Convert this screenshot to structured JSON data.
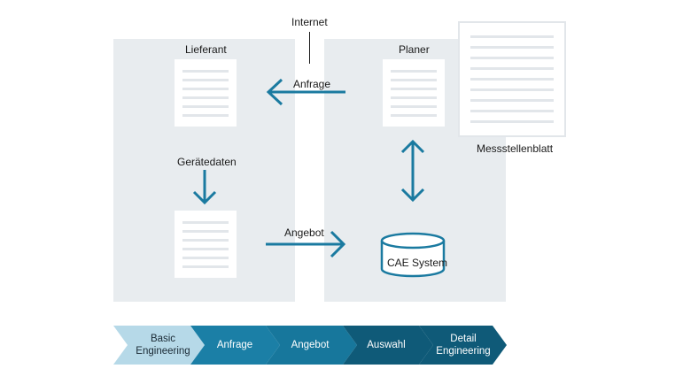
{
  "labels": {
    "internet": "Internet",
    "lieferant": "Lieferant",
    "planer": "Planer",
    "anfrage": "Anfrage",
    "geraetedaten": "Gerätedaten",
    "angebot": "Angebot",
    "cae_system": "CAE System",
    "messstellenblatt": "Messstellenblatt"
  },
  "process_steps": [
    {
      "line1": "Basic",
      "line2": "Engineering",
      "color": "#b6d9e8",
      "text_color": "#1a2a35"
    },
    {
      "line1": "Anfrage",
      "line2": "",
      "color": "#1b7fa6",
      "text_color": "#ffffff"
    },
    {
      "line1": "Angebot",
      "line2": "",
      "color": "#17779c",
      "text_color": "#ffffff"
    },
    {
      "line1": "Auswahl",
      "line2": "",
      "color": "#0f5a78",
      "text_color": "#ffffff"
    },
    {
      "line1": "Detail",
      "line2": "Engineering",
      "color": "#0f5a78",
      "text_color": "#ffffff"
    }
  ],
  "colors": {
    "arrow": "#1a7aa0",
    "panel": "#e8ecef",
    "doc_line": "#e2e6ea"
  }
}
